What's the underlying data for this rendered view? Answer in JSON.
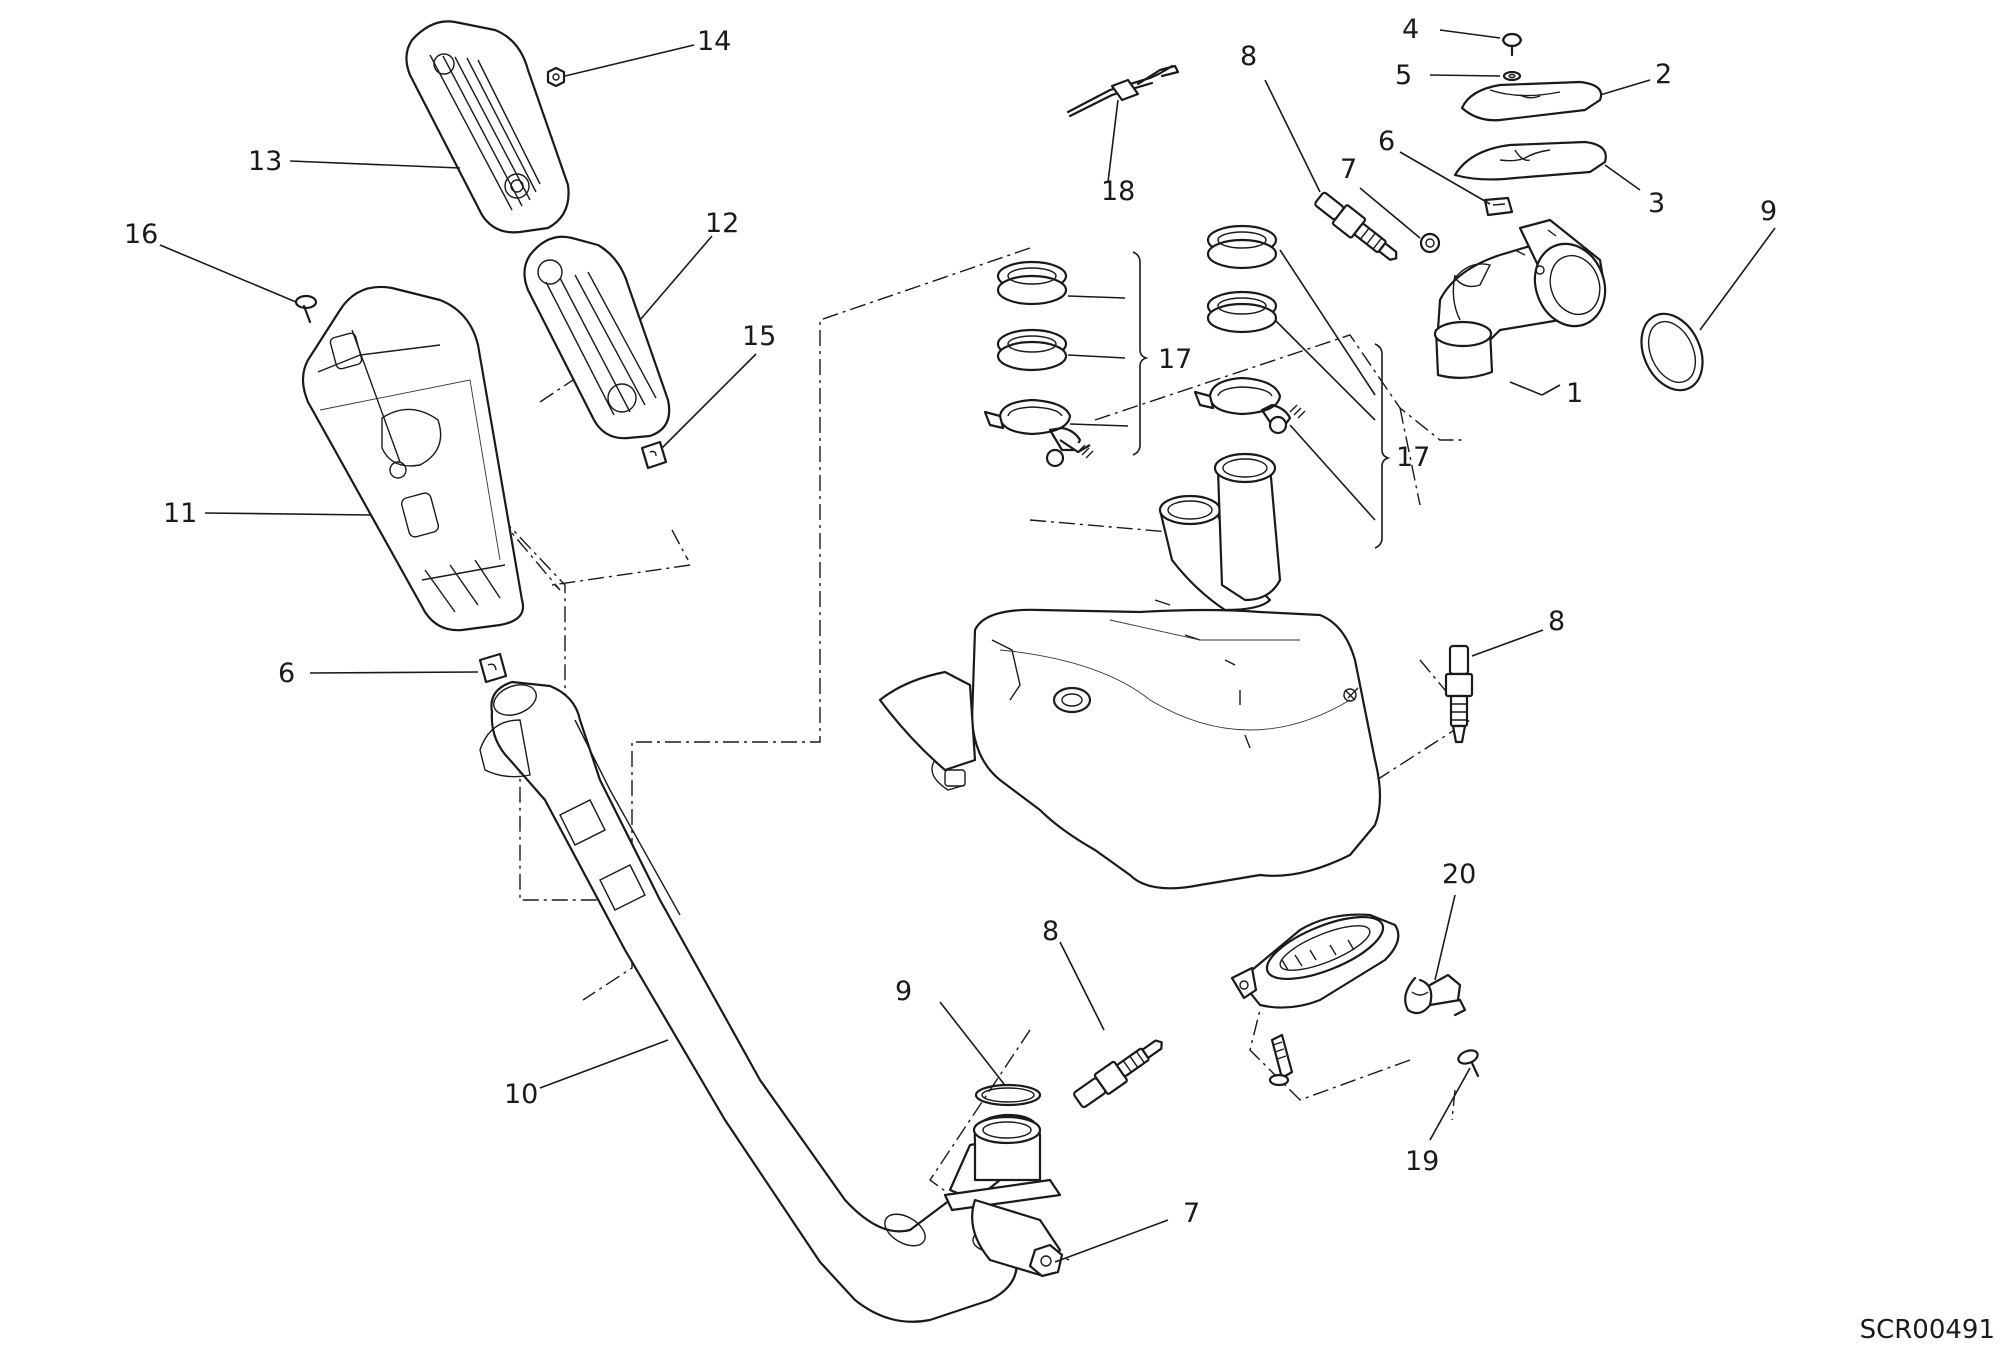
{
  "diagram": {
    "drawing_code": "SCR00491",
    "callouts": [
      "1",
      "2",
      "3",
      "4",
      "5",
      "6",
      "7",
      "8",
      "9",
      "10",
      "11",
      "12",
      "13",
      "14",
      "15",
      "16",
      "17",
      "18",
      "19",
      "20"
    ],
    "parts": [
      {
        "number": "1",
        "icon": "exhaust-elbow-icon"
      },
      {
        "number": "2",
        "icon": "outer-heat-shield-icon"
      },
      {
        "number": "3",
        "icon": "inner-heat-shield-icon"
      },
      {
        "number": "4",
        "icon": "screw-icon"
      },
      {
        "number": "5",
        "icon": "washer-icon"
      },
      {
        "number": "6",
        "icon": "spring-clip-icon"
      },
      {
        "number": "7",
        "icon": "nut-icon"
      },
      {
        "number": "8",
        "icon": "lambda-sensor-icon"
      },
      {
        "number": "9",
        "icon": "gasket-icon"
      },
      {
        "number": "10",
        "icon": "header-pipe-icon"
      },
      {
        "number": "11",
        "icon": "muffler-heat-shield-icon"
      },
      {
        "number": "12",
        "icon": "inner-pipe-shield-icon"
      },
      {
        "number": "13",
        "icon": "outer-pipe-shield-icon"
      },
      {
        "number": "14",
        "icon": "nut-icon"
      },
      {
        "number": "15",
        "icon": "spring-clip-icon"
      },
      {
        "number": "16",
        "icon": "screw-icon"
      },
      {
        "number": "17",
        "icon": "clamp-kit-icon"
      },
      {
        "number": "18",
        "icon": "cable-tie-icon"
      },
      {
        "number": "19",
        "icon": "screw-icon"
      },
      {
        "number": "20",
        "icon": "spring-icon"
      }
    ]
  }
}
